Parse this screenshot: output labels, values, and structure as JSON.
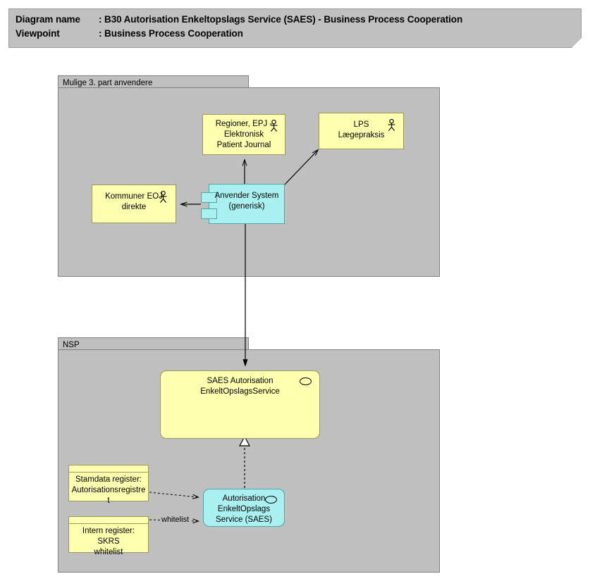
{
  "header": {
    "diagram_name_label": "Diagram name ",
    "diagram_name_sep": ": ",
    "diagram_name_value": "B30 Autorisation Enkeltopslags Service (SAES) - Business Process Cooperation",
    "viewpoint_label": "Viewpoint",
    "viewpoint_sep": ": ",
    "viewpoint_value": "Business Process Cooperation"
  },
  "groups": [
    {
      "id": "group-3part",
      "title": "Mulige 3. part anvendere"
    },
    {
      "id": "group-nsp",
      "title": "NSP"
    }
  ],
  "nodes": {
    "regioner": {
      "label": "Regioner, EPJ -\nElektronisk\nPatient Journal",
      "type": "business-actor",
      "icon": "actor-icon"
    },
    "lps": {
      "label": "LPS\nLægepraksis",
      "type": "business-actor",
      "icon": "actor-icon"
    },
    "kommuner": {
      "label": "Kommuner EOJ\ndirekte",
      "type": "business-actor",
      "icon": "actor-icon"
    },
    "anvender": {
      "label": "Anvender System\n(generisk)",
      "type": "application-component",
      "icon": "component-icon"
    },
    "saes_service": {
      "label": "SAES Autorisation\nEnkeltOpslagsService",
      "type": "application-service",
      "icon": "interface-oval-icon"
    },
    "autorisation": {
      "label": "Autorisation\nEnkeltOpslags\nService (SAES)",
      "type": "application-service",
      "icon": "interface-oval-icon"
    },
    "stamdata": {
      "label": "Stamdata register:\nAutorisationsregistre\nt",
      "type": "data-object"
    },
    "intern": {
      "label": "Intern register: SKRS\nwhitelist",
      "type": "data-object"
    }
  },
  "edges": [
    {
      "from": "anvender",
      "to": "regioner",
      "style": "solid-arrow",
      "label": ""
    },
    {
      "from": "anvender",
      "to": "lps",
      "style": "solid-arrow",
      "label": ""
    },
    {
      "from": "anvender",
      "to": "kommuner",
      "style": "solid-arrow",
      "label": ""
    },
    {
      "from": "anvender",
      "to": "saes_service",
      "style": "solid-arrow",
      "label": ""
    },
    {
      "from": "autorisation",
      "to": "saes_service",
      "style": "dashed-realization",
      "label": ""
    },
    {
      "from": "stamdata",
      "to": "autorisation",
      "style": "dashed-arrow",
      "label": ""
    },
    {
      "from": "intern",
      "to": "autorisation",
      "style": "dashed-arrow",
      "label": "whitelist"
    }
  ],
  "edge_labels": {
    "whitelist": "whitelist"
  },
  "colors": {
    "canvas": "#ffffff",
    "banner": "#c0c0c0",
    "group_fill": "#bfbfbf",
    "group_border": "#808080",
    "node_yellow": "#ffffb0",
    "node_yellow_border": "#9a9a5e",
    "node_cyan": "#aaf0f0",
    "node_cyan_border": "#4aa7a7",
    "line": "#000000"
  }
}
